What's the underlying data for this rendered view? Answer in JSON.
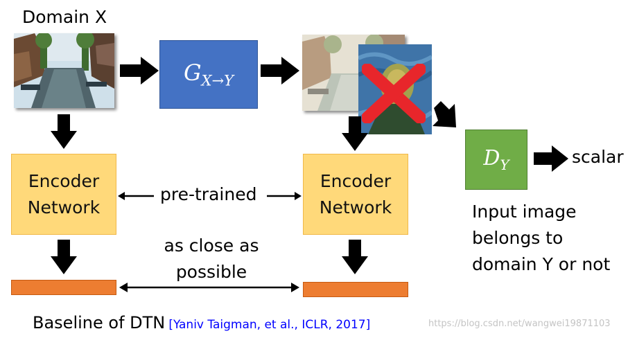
{
  "domain_label": "Domain X",
  "generator": {
    "main": "G",
    "sub": "X→Y"
  },
  "discriminator": {
    "main": "D",
    "sub": "Y"
  },
  "output_label": "scalar",
  "encoder_left": {
    "line1": "Encoder",
    "line2": "Network"
  },
  "encoder_right": {
    "line1": "Encoder",
    "line2": "Network"
  },
  "pretrained_label": "pre-trained",
  "close_label": {
    "line1": "as close as",
    "line2": "possible"
  },
  "discriminator_note": {
    "line1": "Input image",
    "line2": "belongs to",
    "line3": "domain Y or not"
  },
  "caption": {
    "main": "Baseline of DTN",
    "citation": "[Yaniv Taigman, et al., ICLR, 2017]"
  },
  "watermark": "https://blog.csdn.net/wangwei19871103",
  "colors": {
    "generator": "#4472c4",
    "discriminator": "#70ad47",
    "encoder": "#ffd97a",
    "feature_bar": "#ed7d31",
    "reject_mark": "#e8262b",
    "citation": "#0000ff"
  }
}
